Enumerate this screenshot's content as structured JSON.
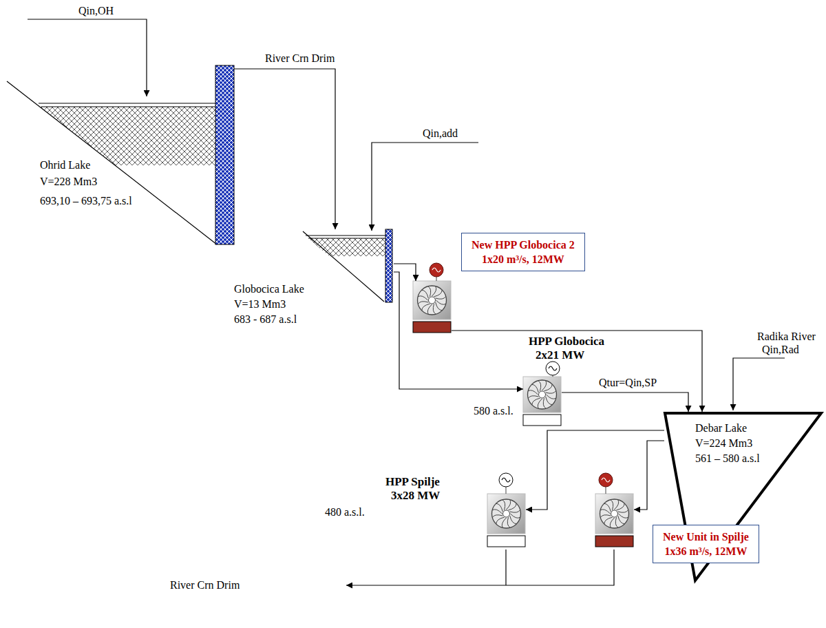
{
  "diagram": {
    "nodes": [
      {
        "text": [
          "Ohrid Lake",
          "V=228 Mm3",
          "693,10 – 693,75 a.s.l"
        ]
      },
      {
        "text": [
          "Globocica Lake",
          "V=13 Mm3",
          "683 - 687 a.s.l"
        ]
      },
      {
        "text": [
          "New HPP Globocica 2",
          "1x20 m³/s,  12MW"
        ]
      },
      {
        "text": [
          "HPP Globocica",
          "2x21 MW"
        ]
      },
      {
        "text": [
          "Debar Lake",
          "V=224 Mm3",
          "561 – 580 a.s.l"
        ]
      },
      {
        "text": [
          "HPP Spilje",
          "3x28 MW"
        ]
      },
      {
        "text": [
          "New Unit in Spilje",
          "1x36 m³/s,  12MW"
        ]
      }
    ],
    "edges": [
      {
        "from": 0,
        "to": 1,
        "arrow": "to",
        "label": "River Crn Drim"
      },
      {
        "from": 1,
        "to": 2,
        "arrow": "to"
      },
      {
        "from": 1,
        "to": 3,
        "arrow": "to"
      },
      {
        "from": 2,
        "to": 4,
        "arrow": "to"
      },
      {
        "from": 3,
        "to": 4,
        "arrow": "to",
        "label": "Qtur=Qin,SP"
      },
      {
        "from": 4,
        "to": 5,
        "arrow": "to"
      },
      {
        "from": 4,
        "to": 6,
        "arrow": "to"
      }
    ],
    "labels": [
      "Qin,OH",
      "Qin,add",
      "580 a.s.l.",
      "Radika River",
      "Qin,Rad",
      "480 a.s.l.",
      "River Crn Drim"
    ]
  }
}
